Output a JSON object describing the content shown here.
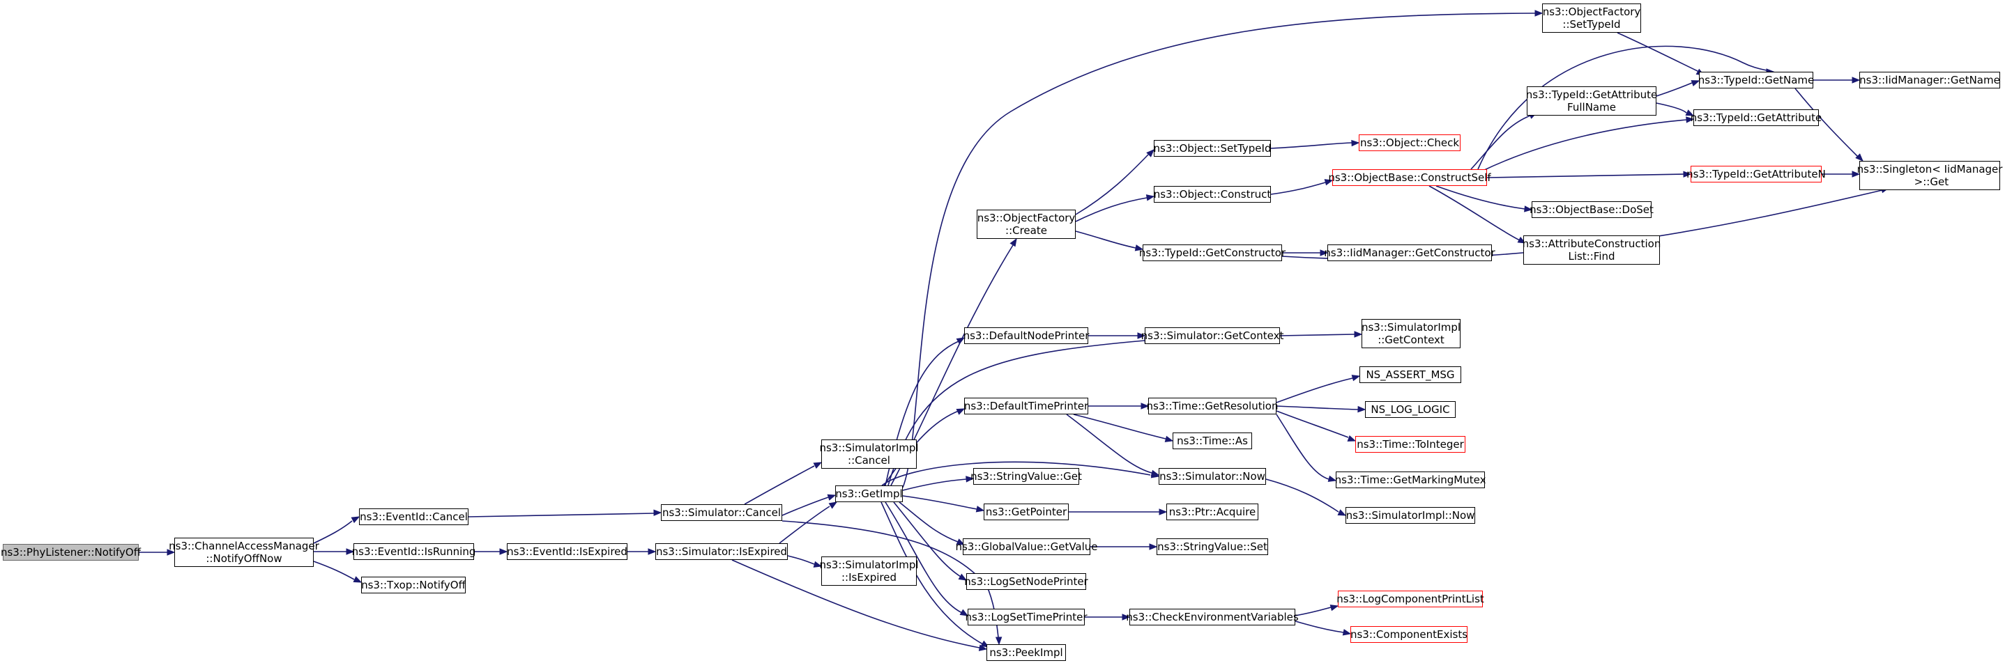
{
  "colors": {
    "edge": "#191970",
    "node_border": "#000000",
    "truncated_border": "#ff0000",
    "root_fill": "#bfbfbf"
  },
  "nodes": {
    "n0": "ns3::PhyListener::NotifyOff",
    "n1": "ns3::ChannelAccessManager\n::NotifyOffNow",
    "n2": "ns3::EventId::Cancel",
    "n3": "ns3::EventId::IsRunning",
    "n4": "ns3::Txop::NotifyOff",
    "n5": "ns3::EventId::IsExpired",
    "n6": "ns3::Simulator::Cancel",
    "n7": "ns3::Simulator::IsExpired",
    "n8": "ns3::SimulatorImpl\n::Cancel",
    "n9": "ns3::GetImpl",
    "n10": "ns3::SimulatorImpl\n::IsExpired",
    "n11": "ns3::PeekImpl",
    "n12": "ns3::ObjectFactory\n::Create",
    "n13": "ns3::DefaultNodePrinter",
    "n14": "ns3::DefaultTimePrinter",
    "n15": "ns3::StringValue::Get",
    "n16": "ns3::GetPointer",
    "n17": "ns3::GlobalValue::GetValue",
    "n18": "ns3::LogSetNodePrinter",
    "n19": "ns3::LogSetTimePrinter",
    "n20": "ns3::Object::SetTypeId",
    "n21": "ns3::Object::Construct",
    "n22": "ns3::TypeId::GetConstructor",
    "n23": "ns3::Simulator::GetContext",
    "n24": "ns3::Time::GetResolution",
    "n25": "ns3::Time::As",
    "n26": "ns3::Simulator::Now",
    "n27": "ns3::Ptr::Acquire",
    "n28": "ns3::StringValue::Set",
    "n29": "ns3::CheckEnvironmentVariables",
    "n30": "ns3::ObjectFactory\n::SetTypeId",
    "n31": "ns3::Object::Check",
    "n32": "ns3::ObjectBase::ConstructSelf",
    "n33": "ns3::IidManager::GetConstructor",
    "n34": "ns3::SimulatorImpl\n::GetContext",
    "n35": "NS_ASSERT_MSG",
    "n36": "NS_LOG_LOGIC",
    "n37": "ns3::Time::ToInteger",
    "n38": "ns3::Time::GetMarkingMutex",
    "n39": "ns3::SimulatorImpl::Now",
    "n40": "ns3::LogComponentPrintList",
    "n41": "ns3::ComponentExists",
    "n42": "ns3::TypeId::GetAttribute\nFullName",
    "n43": "ns3::TypeId::GetName",
    "n44": "ns3::TypeId::GetAttribute",
    "n45": "ns3::TypeId::GetAttributeN",
    "n46": "ns3::ObjectBase::DoSet",
    "n47": "ns3::AttributeConstruction\nList::Find",
    "n48": "ns3::IidManager::GetName",
    "n49": "ns3::Singleton< IidManager\n >::Get"
  }
}
